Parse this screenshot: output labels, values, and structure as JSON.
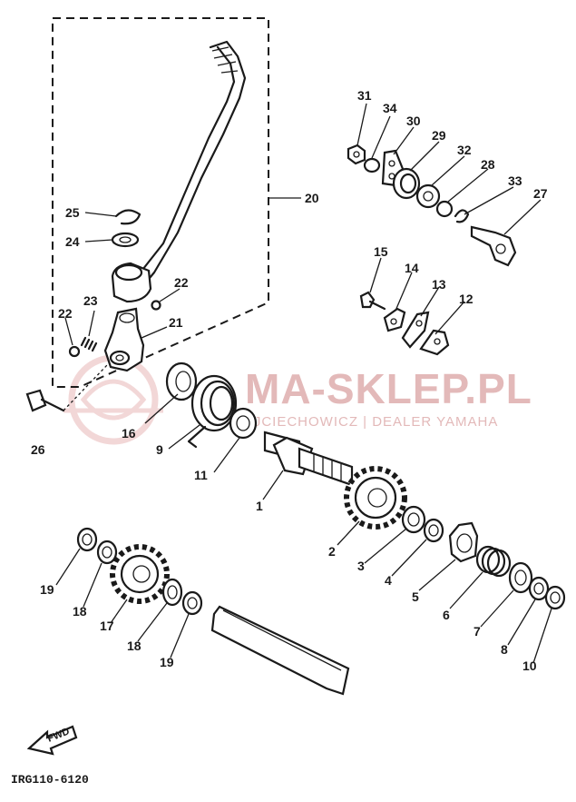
{
  "diagram": {
    "watermark": {
      "main": "MA-SKLEP.PL",
      "sub": "WOJCIECHOWICZ | DEALER YAMAHA"
    },
    "drawing_code": "IRG110-6120",
    "fwd_arrow_label": "FWD",
    "callouts": {
      "p1": "1",
      "p2": "2",
      "p3": "3",
      "p4": "4",
      "p5": "5",
      "p6": "6",
      "p7": "7",
      "p8": "8",
      "p9": "9",
      "p10": "10",
      "p11": "11",
      "p12": "12",
      "p13": "13",
      "p14": "14",
      "p15": "15",
      "p16": "16",
      "p17": "17",
      "p18a": "18",
      "p18b": "18",
      "p19a": "19",
      "p19b": "19",
      "p20": "20",
      "p21": "21",
      "p22a": "22",
      "p22b": "22",
      "p23": "23",
      "p24": "24",
      "p25": "25",
      "p26": "26",
      "p27": "27",
      "p28": "28",
      "p29": "29",
      "p30": "30",
      "p31": "31",
      "p32": "32",
      "p33": "33",
      "p34": "34"
    }
  }
}
